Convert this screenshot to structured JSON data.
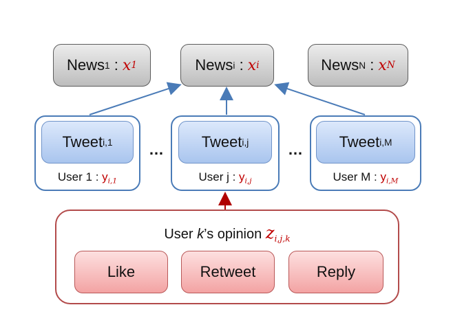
{
  "news": [
    {
      "label": "News",
      "sub": "1",
      "var": "x",
      "var_sub": "1"
    },
    {
      "label": "News",
      "sub": "i",
      "var": "x",
      "var_sub": "i"
    },
    {
      "label": "News",
      "sub": "N",
      "var": "x",
      "var_sub": "N"
    }
  ],
  "users": [
    {
      "tweet": "Tweet",
      "tweet_sub": "i,1",
      "user": "User 1 : ",
      "y": "y",
      "y_sub": "i,1"
    },
    {
      "tweet": "Tweet",
      "tweet_sub": "i,j",
      "user": "User j : ",
      "y": "y",
      "y_sub": "i,j"
    },
    {
      "tweet": "Tweet",
      "tweet_sub": "i,M",
      "user": "User M : ",
      "y": "y",
      "y_sub": "i,M"
    }
  ],
  "ellipsis": "…",
  "opinion": {
    "prefix": "User ",
    "k": "k",
    "suffix": "’s opinion ",
    "z": "z",
    "z_sub": "i,j,k",
    "actions": [
      "Like",
      "Retweet",
      "Reply"
    ]
  },
  "colors": {
    "accent_red": "#c00000",
    "blue_arrow": "#4a7bb7",
    "red_arrow": "#b00000"
  }
}
